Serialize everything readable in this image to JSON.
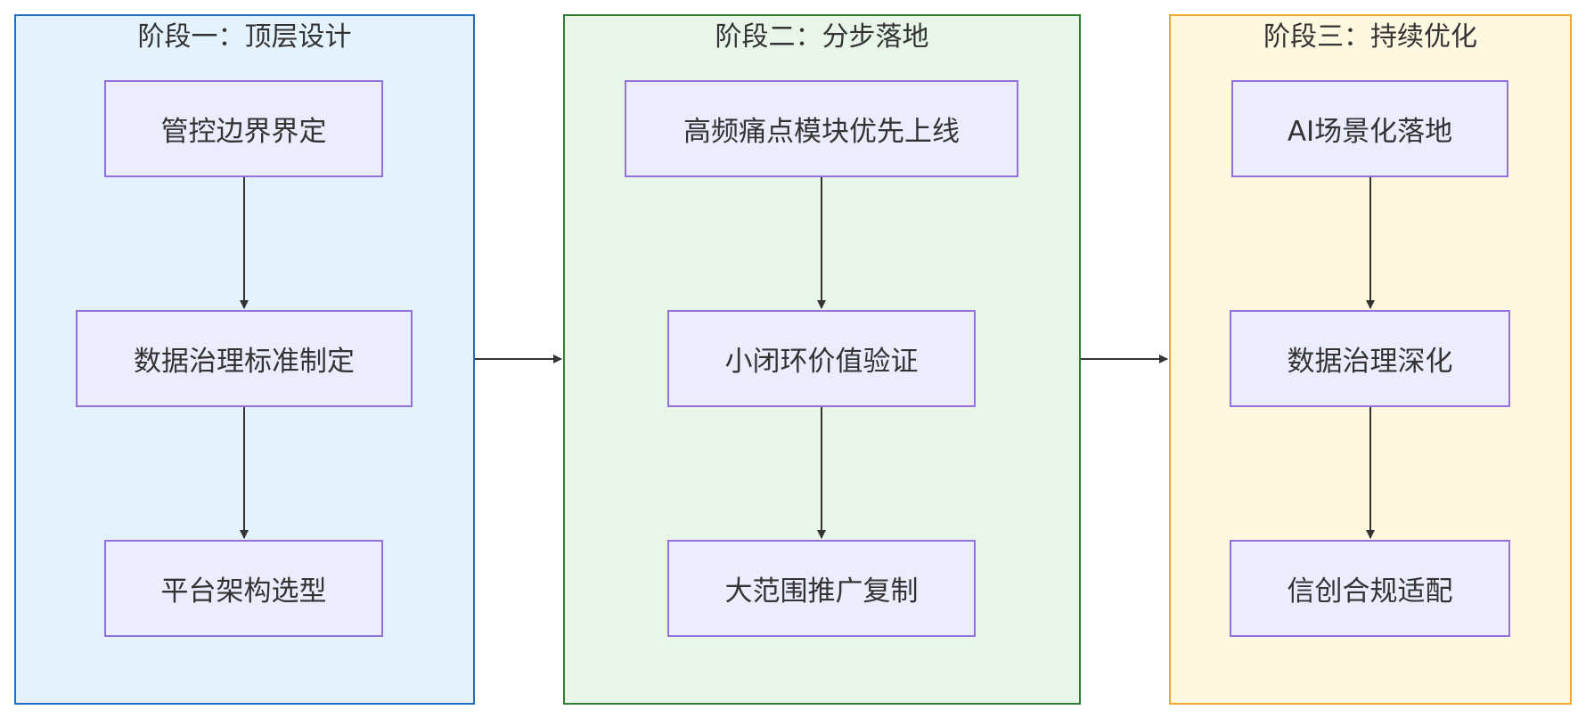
{
  "stages": [
    {
      "title": "阶段一：顶层设计",
      "nodes": [
        "管控边界界定",
        "数据治理标准制定",
        "平台架构选型"
      ]
    },
    {
      "title": "阶段二：分步落地",
      "nodes": [
        "高频痛点模块优先上线",
        "小闭环价值验证",
        "大范围推广复制"
      ]
    },
    {
      "title": "阶段三：持续优化",
      "nodes": [
        "AI场景化落地",
        "数据治理深化",
        "信创合规适配"
      ]
    }
  ],
  "colors": {
    "stage1_fill": "#e3f2fd",
    "stage1_border": "#1e6fc0",
    "stage2_fill": "#e8f5e9",
    "stage2_border": "#2e7d32",
    "stage3_fill": "#fff8e1",
    "stage3_border": "#f0a830",
    "node_fill": "#ececff",
    "node_border": "#9370db",
    "edge": "#333333"
  }
}
